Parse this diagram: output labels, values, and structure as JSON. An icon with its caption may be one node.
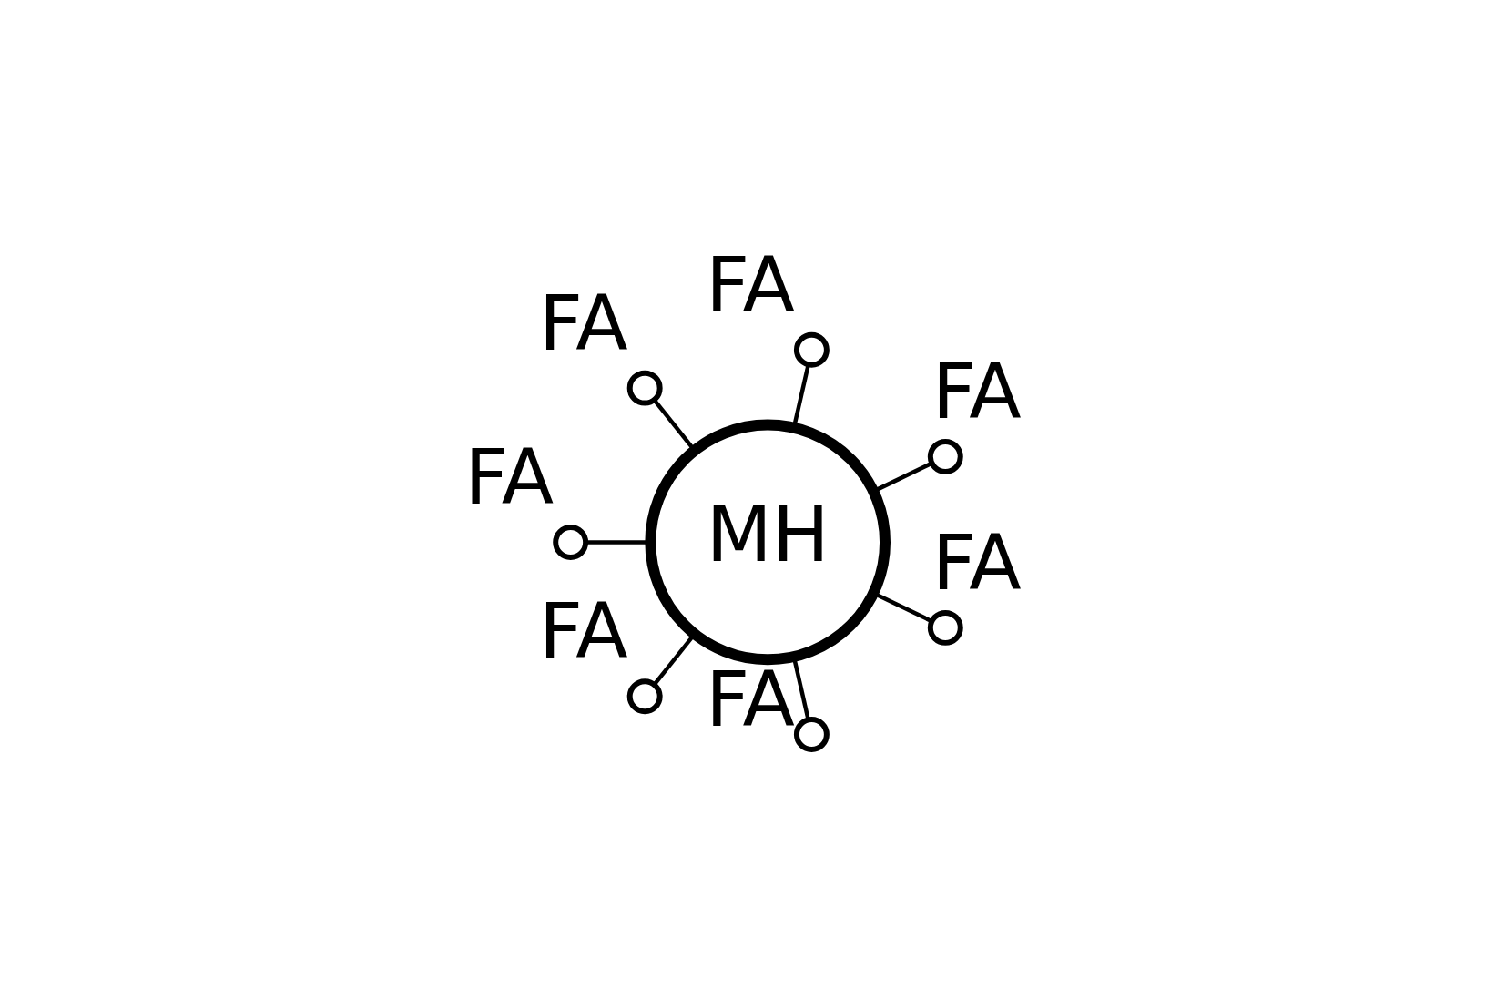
{
  "diagram": {
    "nodes": [
      {
        "text": [
          "MH"
        ]
      },
      {
        "text": [],
        "shape": "circle",
        "beside": [
          "FA"
        ]
      },
      {
        "text": [],
        "shape": "circle",
        "beside": [
          "FA"
        ]
      },
      {
        "text": [],
        "shape": "circle",
        "beside": [
          "FA"
        ]
      },
      {
        "text": [],
        "shape": "circle",
        "beside": [
          "FA"
        ]
      },
      {
        "text": [],
        "shape": "circle",
        "beside": [
          "FA"
        ]
      },
      {
        "text": [],
        "shape": "circle",
        "beside": [
          "FA"
        ]
      },
      {
        "text": [],
        "shape": "circle",
        "beside": [
          "FA"
        ]
      }
    ],
    "edges": [
      {
        "from": 0,
        "to": 1,
        "arrow": "none"
      },
      {
        "from": 0,
        "to": 2,
        "arrow": "none"
      },
      {
        "from": 0,
        "to": 3,
        "arrow": "none"
      },
      {
        "from": 0,
        "to": 4,
        "arrow": "none"
      },
      {
        "from": 0,
        "to": 5,
        "arrow": "none"
      },
      {
        "from": 0,
        "to": 6,
        "arrow": "none"
      },
      {
        "from": 0,
        "to": 7,
        "arrow": "none"
      }
    ]
  }
}
